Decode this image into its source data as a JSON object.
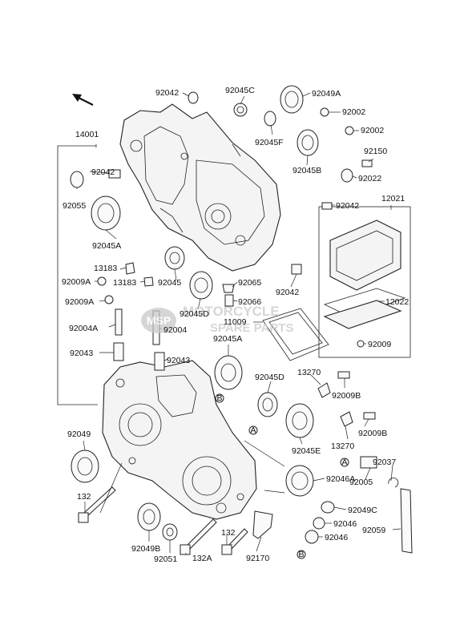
{
  "watermark": {
    "badge": "MSP",
    "line1": "MOTORCYCLE",
    "line2": "SPARE PARTS"
  },
  "callouts": {
    "a": "A",
    "b": "B"
  },
  "parts": {
    "p92042_top": "92042",
    "p92045C": "92045C",
    "p92049A": "92049A",
    "p92002_a": "92002",
    "p92002_b": "92002",
    "p14001": "14001",
    "p92045F": "92045F",
    "p92150": "92150",
    "p92042_left": "92042",
    "p92045B": "92045B",
    "p92022": "92022",
    "p92055": "92055",
    "p92042_right": "92042",
    "p12021": "12021",
    "p92045A_top": "92045A",
    "p13183_a": "13183",
    "p92009A_a": "92009A",
    "p13183_b": "13183",
    "p92045": "92045",
    "p92065": "92065",
    "p92042_mid": "92042",
    "p12022": "12022",
    "p92009A_b": "92009A",
    "p92066": "92066",
    "p92045D_top": "92045D",
    "p11009": "11009",
    "p92004A": "92004A",
    "p92004": "92004",
    "p92045A_mid": "92045A",
    "p92009": "92009",
    "p92043_a": "92043",
    "p92043_b": "92043",
    "p13270_a": "13270",
    "p92045D_mid": "92045D",
    "p92009B_a": "92009B",
    "p92049": "92049",
    "p92009B_b": "92009B",
    "p13270_b": "13270",
    "p92045E": "92045E",
    "p92037": "92037",
    "p92046A": "92046A",
    "p132_a": "132",
    "p92005": "92005",
    "p92049C": "92049C",
    "p92046_a": "92046",
    "p132_b": "132",
    "p92059": "92059",
    "p92046_b": "92046",
    "p92049B": "92049B",
    "p92051": "92051",
    "p132A": "132A",
    "p92170": "92170"
  }
}
